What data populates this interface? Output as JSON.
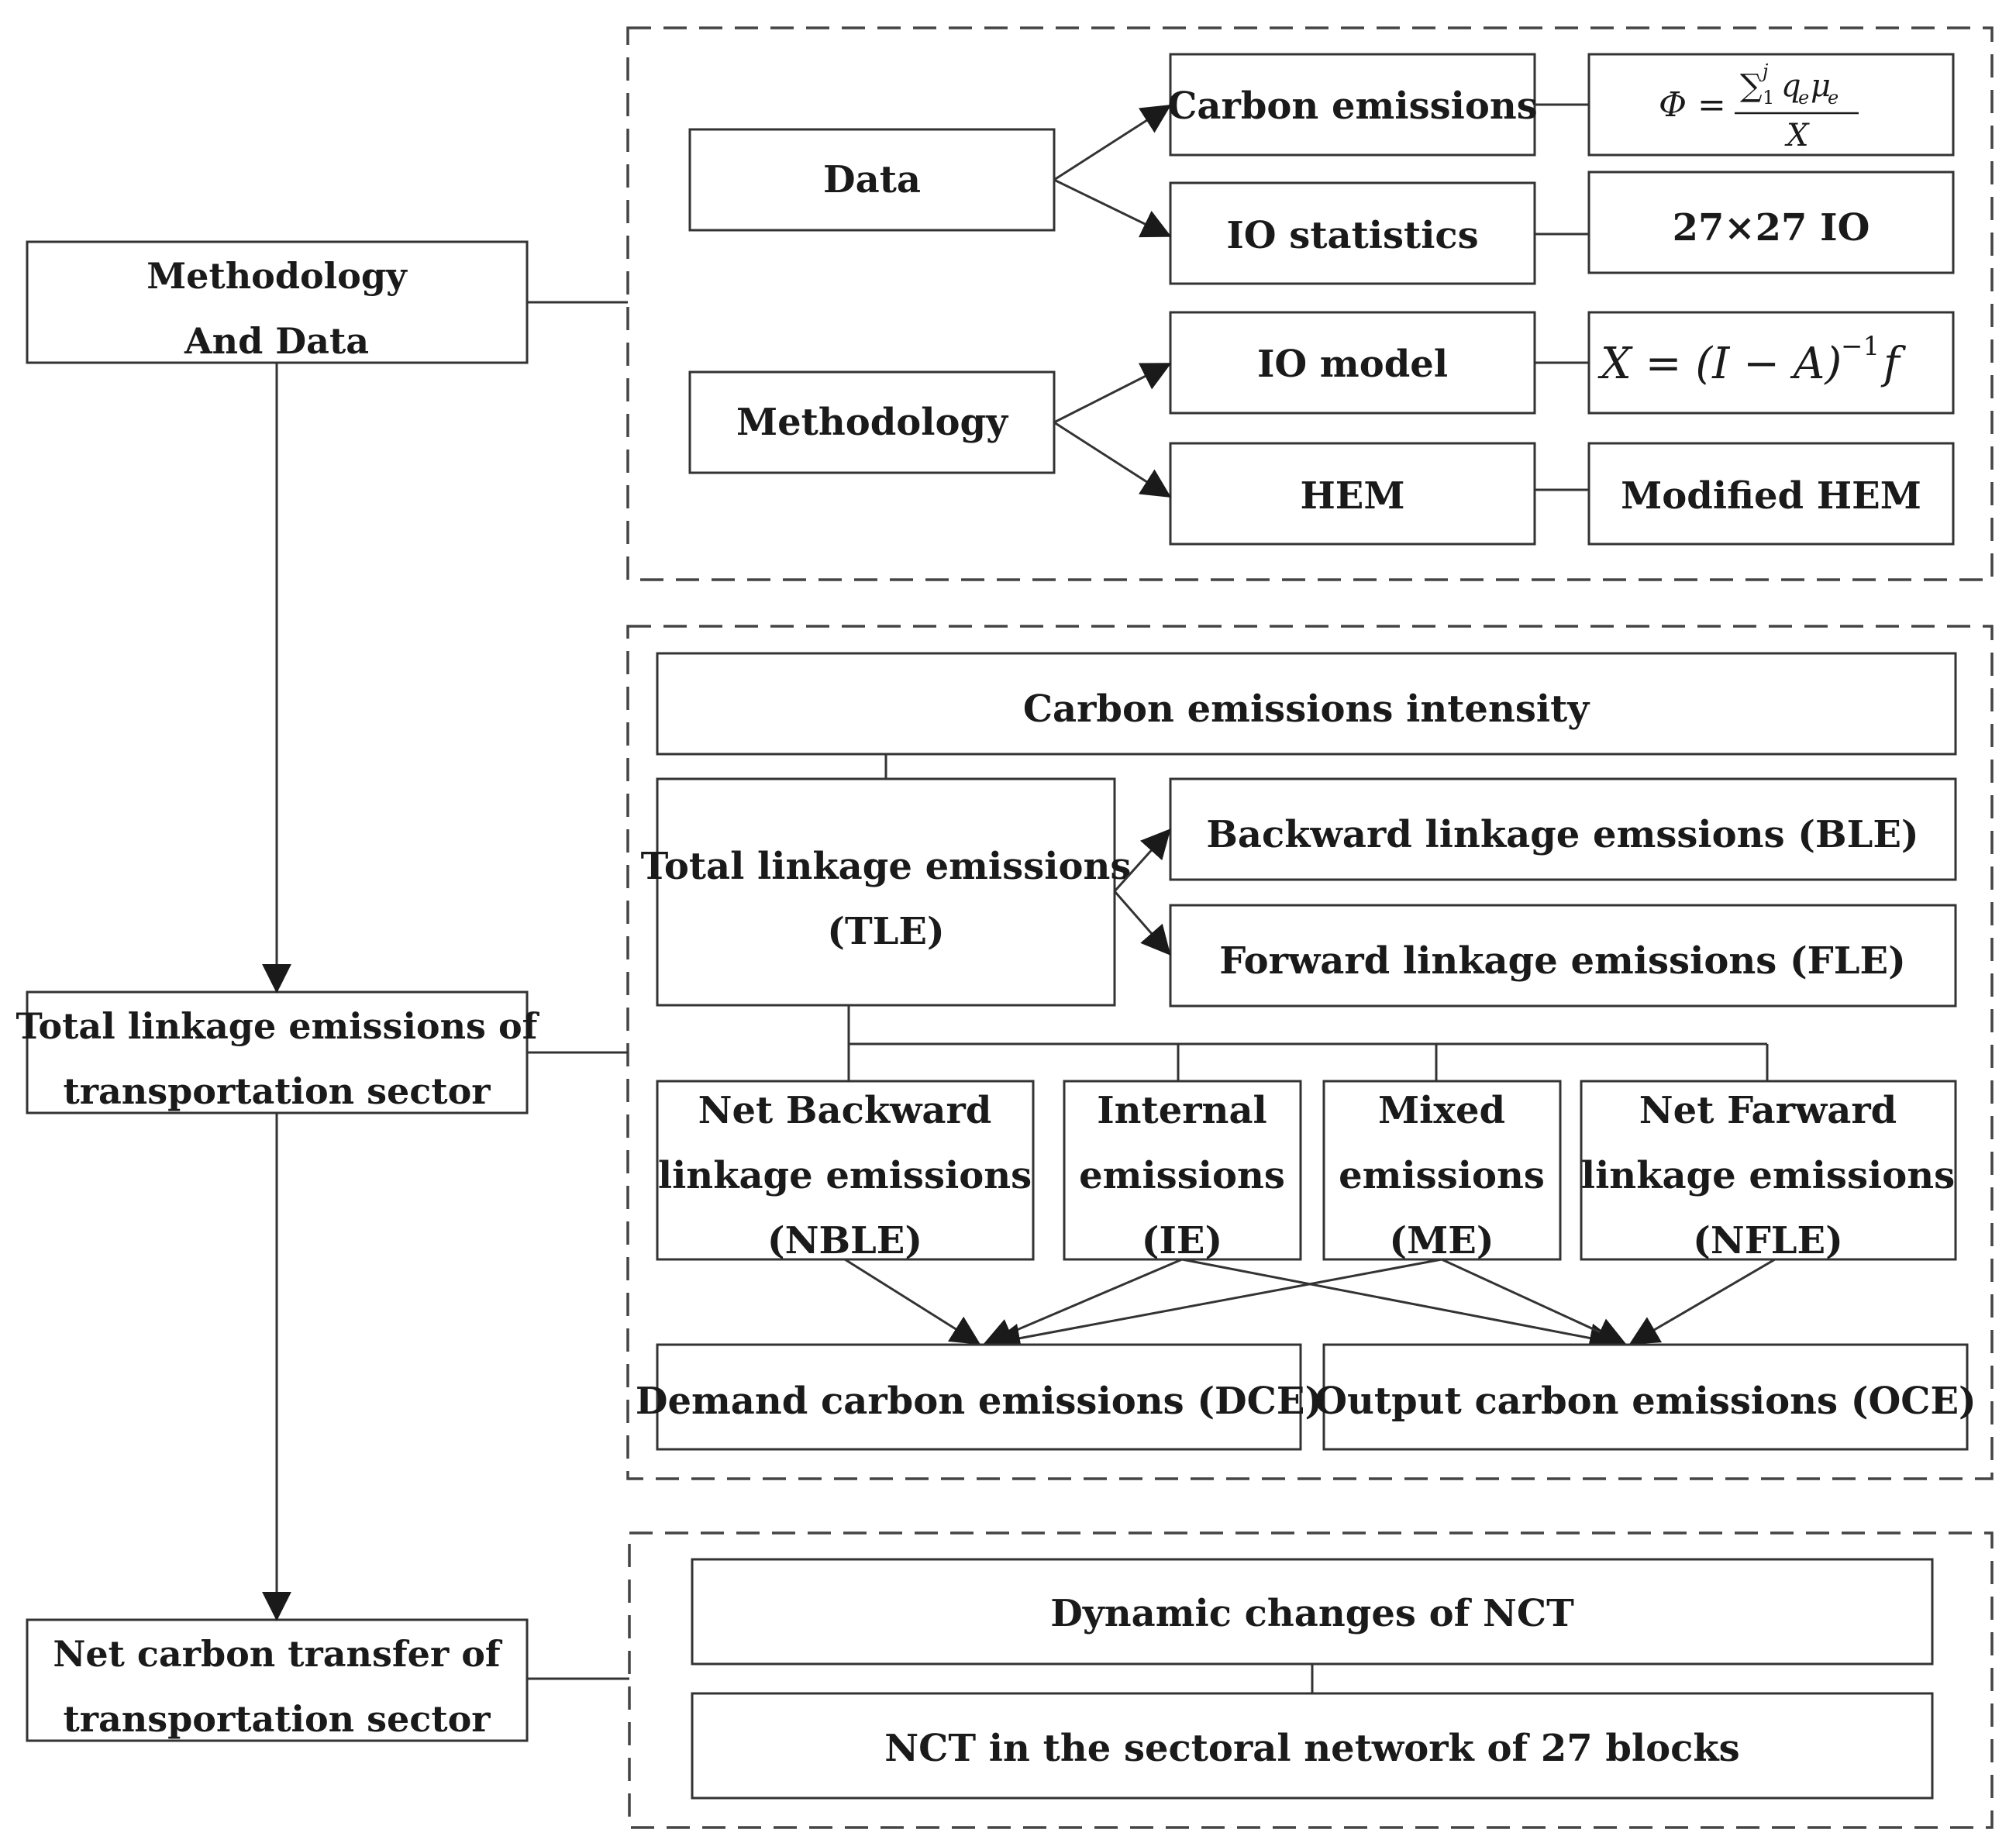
{
  "left_column": {
    "methodology_and_data": [
      "Methodology",
      "And Data"
    ],
    "total_linkage_transport": [
      "Total linkage emissions of",
      "transportation sector"
    ],
    "net_carbon_transfer": [
      "Net carbon transfer of",
      "transportation sector"
    ]
  },
  "panel1": {
    "data": "Data",
    "methodology": "Methodology",
    "carbon_emissions": "Carbon emissions",
    "io_statistics": "IO statistics",
    "io_model": "IO model",
    "hem": "HEM",
    "formula_phi": {
      "lhs": "Φ =",
      "numerator_sum": "∑",
      "sum_sub": "1",
      "sum_sup": "j",
      "numerator_terms": "q",
      "q_sub": "e",
      "mu": "μ",
      "mu_sub": "e",
      "denominator": "X"
    },
    "io_table": "27×27 IO",
    "formula_x": {
      "expr": "X = (I − A)",
      "sup": "−1",
      "tail": "f"
    },
    "modified_hem": "Modified HEM"
  },
  "panel2": {
    "intensity": "Carbon emissions intensity",
    "tle": [
      "Total linkage emissions",
      "(TLE)"
    ],
    "ble": "Backward linkage emssions (BLE)",
    "fle": "Forward linkage emissions (FLE)",
    "nble": [
      "Net Backward",
      "linkage emissions",
      "(NBLE)"
    ],
    "ie": [
      "Internal",
      "emissions",
      "(IE)"
    ],
    "me": [
      "Mixed",
      "emissions",
      "(ME)"
    ],
    "nfle": [
      "Net Farward",
      "linkage emissions",
      "(NFLE)"
    ],
    "dce": "Demand carbon emissions (DCE)",
    "oce": "Output carbon emissions (OCE)"
  },
  "panel3": {
    "dynamic": "Dynamic changes of NCT",
    "network": "NCT in the sectoral network of 27 blocks"
  }
}
